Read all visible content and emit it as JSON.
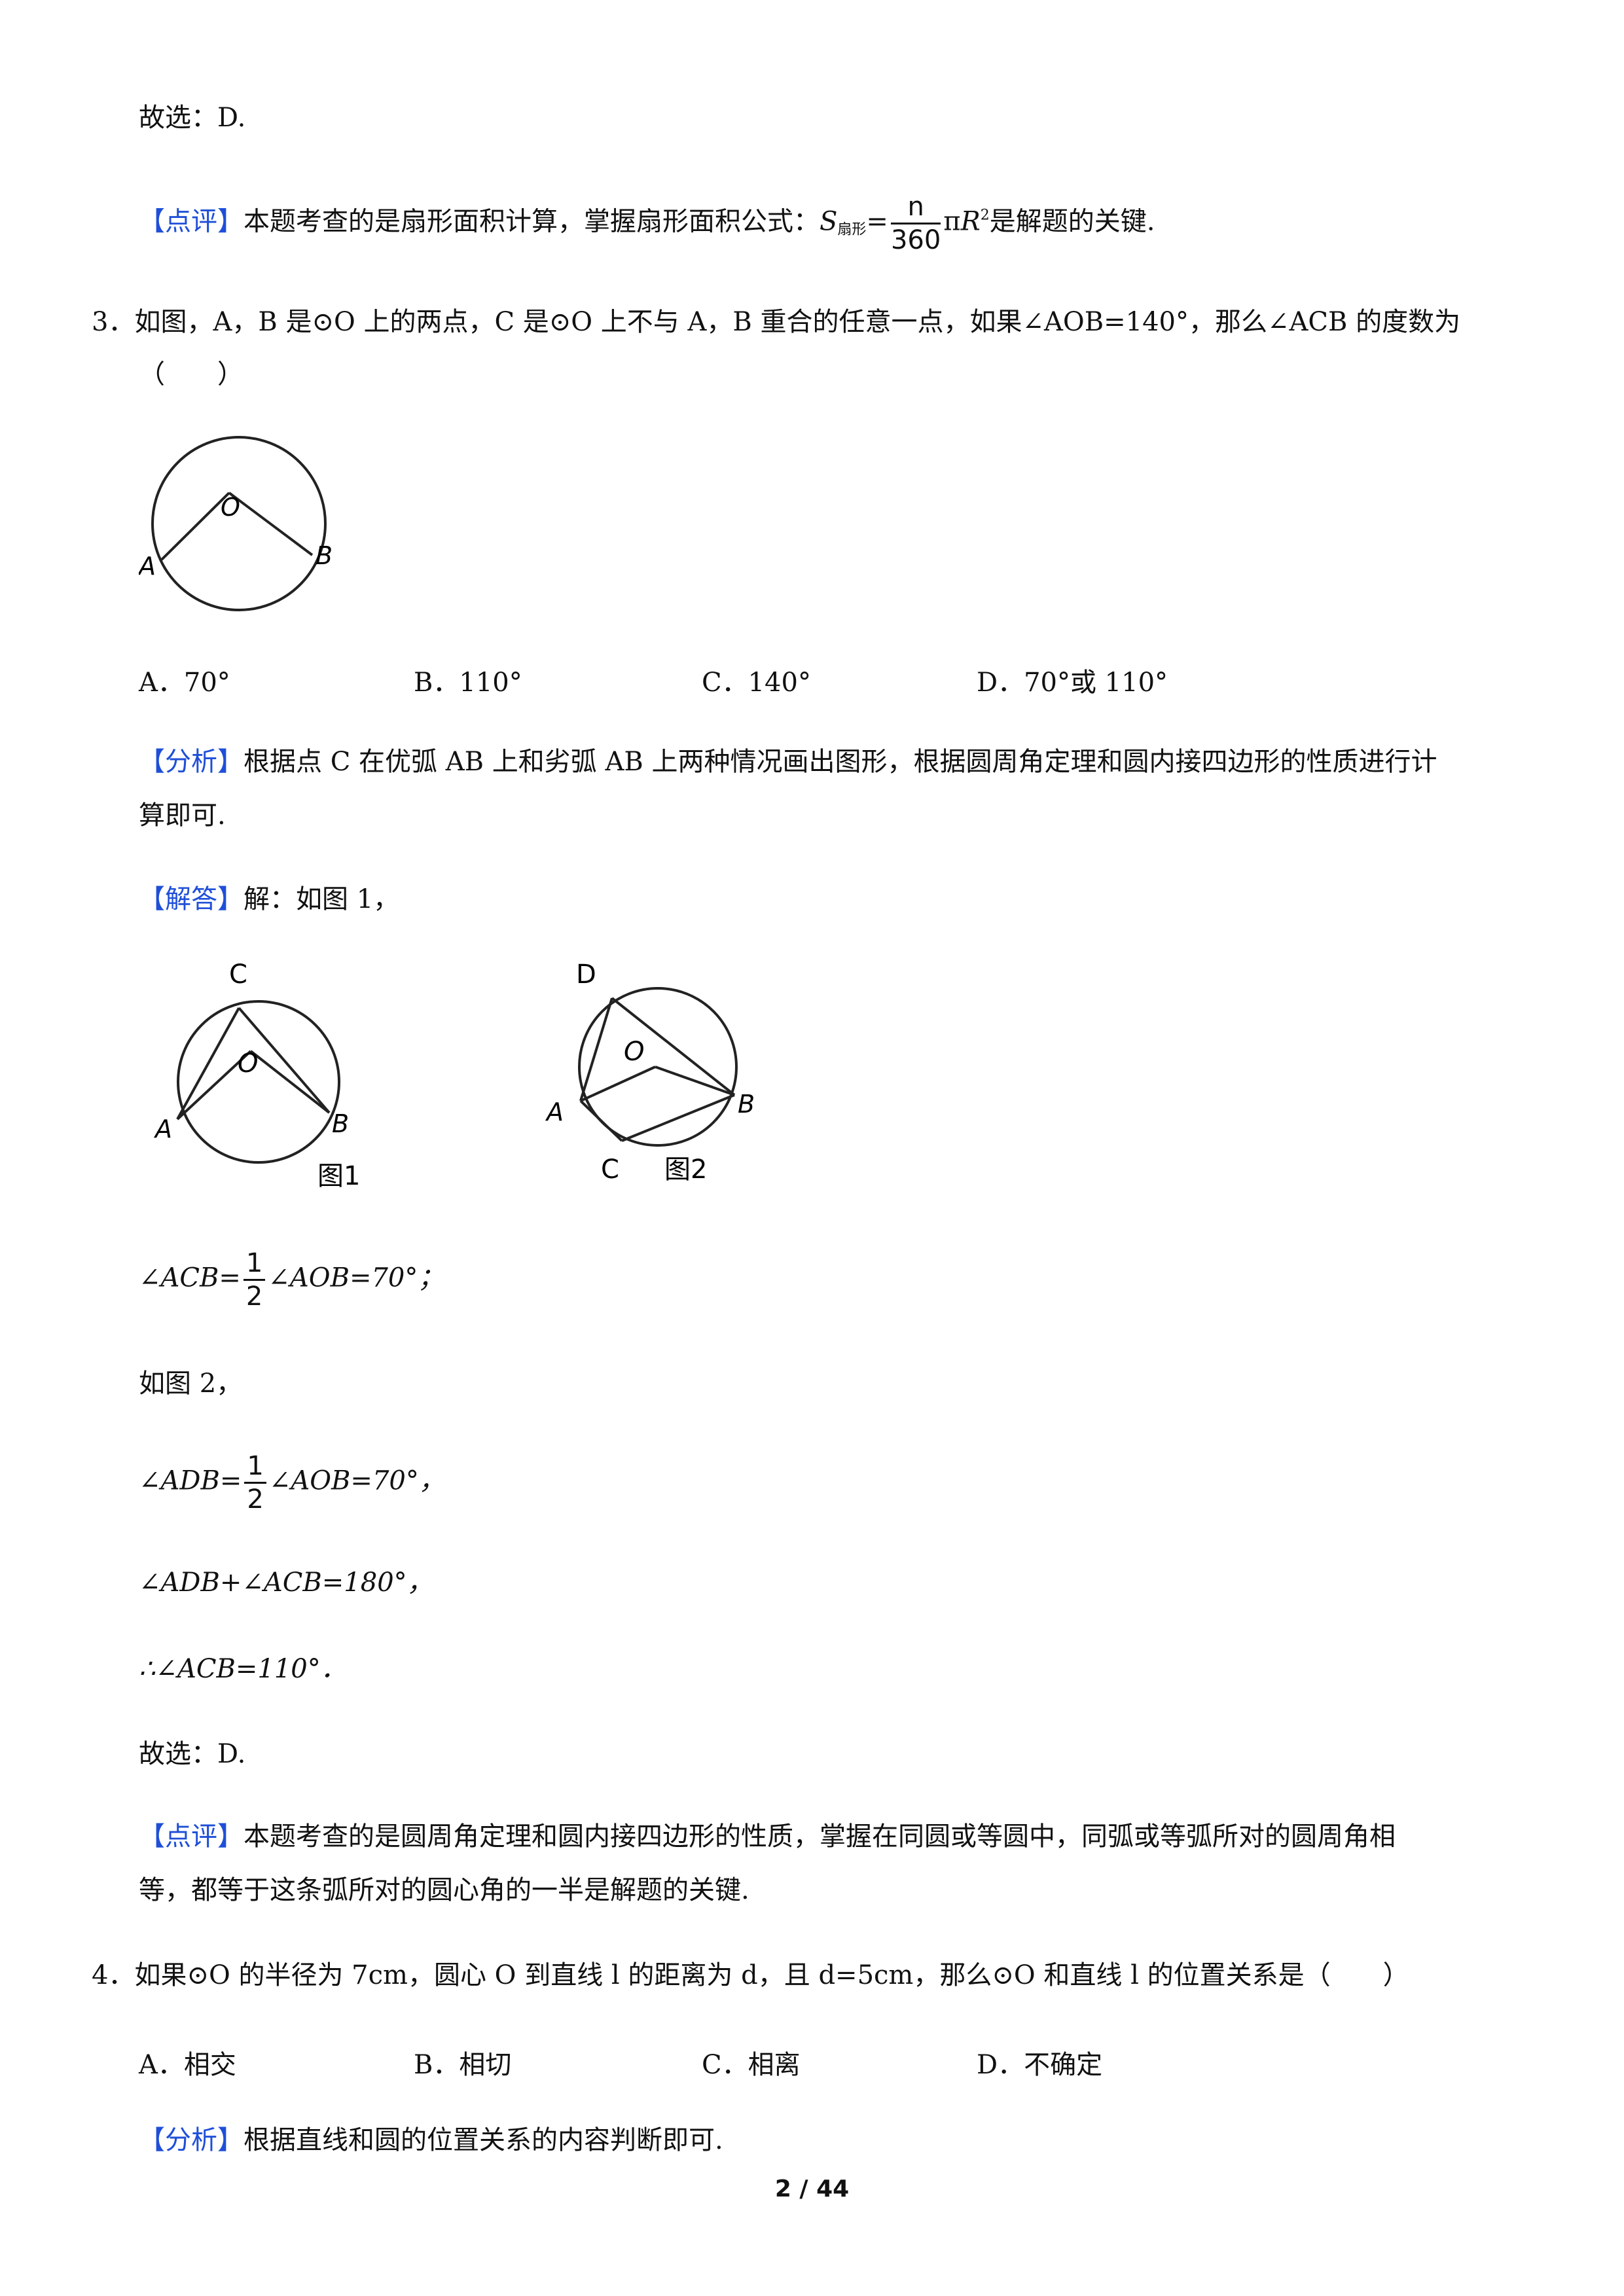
{
  "q2_tail": {
    "choice": "故选：D.",
    "review_tag": "【点评】",
    "review_text_1": "本题考查的是扇形面积计算，掌握扇形面积公式：",
    "formula_S": "S",
    "formula_sub": "扇形",
    "formula_eq": "=",
    "formula_num": "n",
    "formula_den": "360",
    "formula_pi": "π",
    "formula_R": "R",
    "formula_sup": "2",
    "review_text_2": "是解题的关键."
  },
  "q3": {
    "stem_1": "3．如图，A，B 是⊙O 上的两点，C 是⊙O 上不与 A，B 重合的任意一点，如果∠AOB=140°，那么∠ACB 的度数为",
    "stem_2": "（　　）",
    "figure_labels": {
      "O": "O",
      "A": "A",
      "B": "B"
    },
    "options": [
      "A．70°",
      "B．110°",
      "C．140°",
      "D．70°或 110°"
    ],
    "analysis_tag": "【分析】",
    "analysis_1": "根据点 C 在优弧 AB 上和劣弧 AB 上两种情况画出图形，根据圆周角定理和圆内接四边形的性质进行计",
    "analysis_2": "算即可.",
    "answer_tag": "【解答】",
    "answer_intro": "解：如图 1，",
    "fig1_labels": {
      "C": "C",
      "O": "O",
      "A": "A",
      "B": "B",
      "caption": "图1"
    },
    "fig2_labels": {
      "D": "D",
      "O": "O",
      "A": "A",
      "B": "B",
      "C": "C",
      "caption": "图2"
    },
    "eq1_left": "∠ACB=",
    "eq1_right": "∠AOB=70°；",
    "frac_num": "1",
    "frac_den": "2",
    "fig2_intro": "如图 2，",
    "eq2_left": "∠ADB=",
    "eq2_right": "∠AOB=70°，",
    "eq3": "∠ADB+∠ACB=180°，",
    "eq4": "∴∠ACB=110°．",
    "choice": "故选：D.",
    "review_tag": "【点评】",
    "review_1": "本题考查的是圆周角定理和圆内接四边形的性质，掌握在同圆或等圆中，同弧或等弧所对的圆周角相",
    "review_2": "等，都等于这条弧所对的圆心角的一半是解题的关键."
  },
  "q4": {
    "stem": "4．如果⊙O 的半径为 7cm，圆心 O 到直线 l 的距离为 d，且 d=5cm，那么⊙O 和直线 l 的位置关系是（　　）",
    "options": [
      "A．相交",
      "B．相切",
      "C．相离",
      "D．不确定"
    ],
    "analysis_tag": "【分析】",
    "analysis": "根据直线和圆的位置关系的内容判断即可."
  },
  "footer": {
    "page": "2 / 44"
  }
}
